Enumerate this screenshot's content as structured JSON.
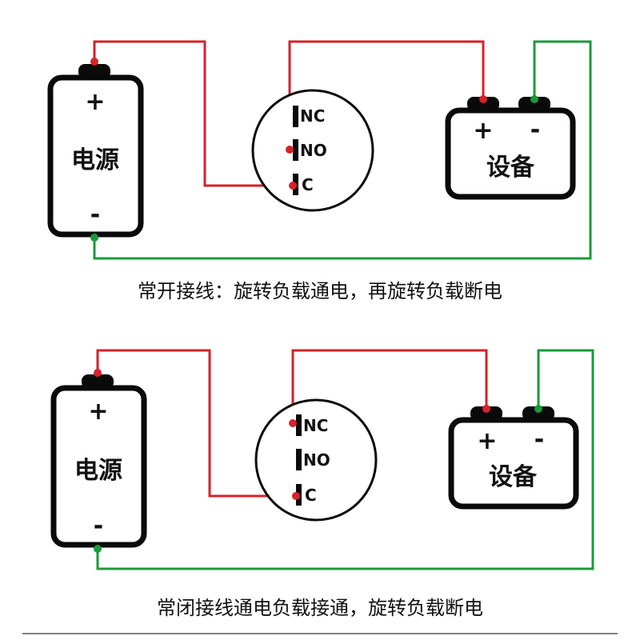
{
  "colors": {
    "positive_wire": "#d6222a",
    "negative_wire": "#1a9a3a",
    "outline": "#0a0a0a",
    "background": "#ffffff"
  },
  "diagram_top": {
    "power": {
      "label": "电源",
      "plus": "+",
      "minus": "-"
    },
    "switch": {
      "nc": "NC",
      "no": "NO",
      "c": "C"
    },
    "device": {
      "label": "设备",
      "plus": "+",
      "minus": "-"
    },
    "caption": "常开接线：旋转负载通电，再旋转负载断电"
  },
  "diagram_bottom": {
    "power": {
      "label": "电源",
      "plus": "+",
      "minus": "-"
    },
    "switch": {
      "nc": "NC",
      "no": "NO",
      "c": "C"
    },
    "device": {
      "label": "设备",
      "plus": "+",
      "minus": "-"
    },
    "caption": "常闭接线通电负载接通，旋转负载断电"
  }
}
